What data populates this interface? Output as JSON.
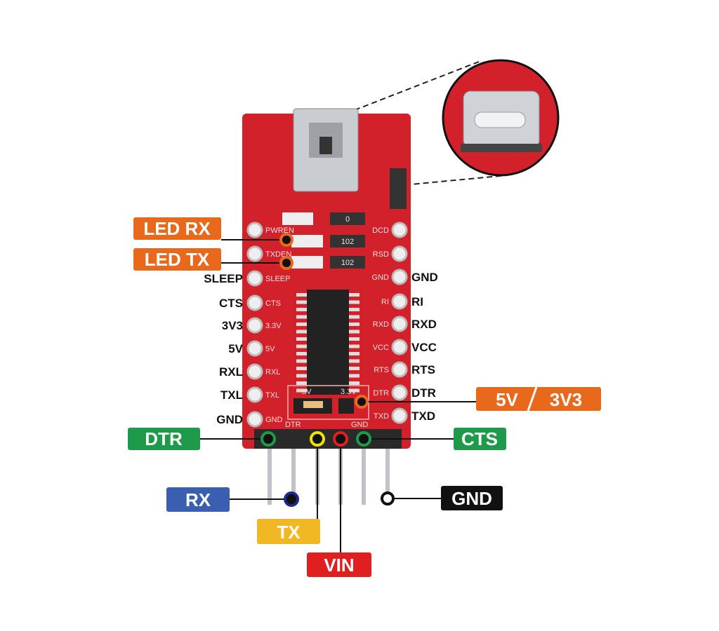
{
  "colors": {
    "board": "#d3212b",
    "orange": "#e8681c",
    "green": "#1f9a4b",
    "blue": "#3a5fb0",
    "yellow": "#f2b824",
    "red": "#e02020",
    "black": "#111111"
  },
  "left_pins": [
    "SLEEP",
    "CTS",
    "3V3",
    "5V",
    "RXL",
    "TXL",
    "GND"
  ],
  "right_pins": [
    "GND",
    "RI",
    "RXD",
    "VCC",
    "RTS",
    "DTR",
    "TXD"
  ],
  "silk_left": [
    "PWREN",
    "TXDEN",
    "SLEEP",
    "CTS",
    "3.3V",
    "5V",
    "RXL",
    "TXL",
    "GND"
  ],
  "silk_right": [
    "DCD",
    "RSD",
    "GND",
    "RI",
    "RXD",
    "VCC",
    "RTS",
    "DTR",
    "TXD"
  ],
  "silk_bottom": [
    "DTR",
    "GND"
  ],
  "jumper": {
    "left": "5V",
    "right": "3.3V"
  },
  "callouts": {
    "led_rx": "LED RX",
    "led_tx": "LED TX",
    "voltage_a": "5V",
    "voltage_b": "3V3",
    "dtr": "DTR",
    "cts": "CTS",
    "rx": "RX",
    "gnd": "GND",
    "tx": "TX",
    "vin": "VIN"
  },
  "resistors": [
    "0",
    "102",
    "102"
  ]
}
